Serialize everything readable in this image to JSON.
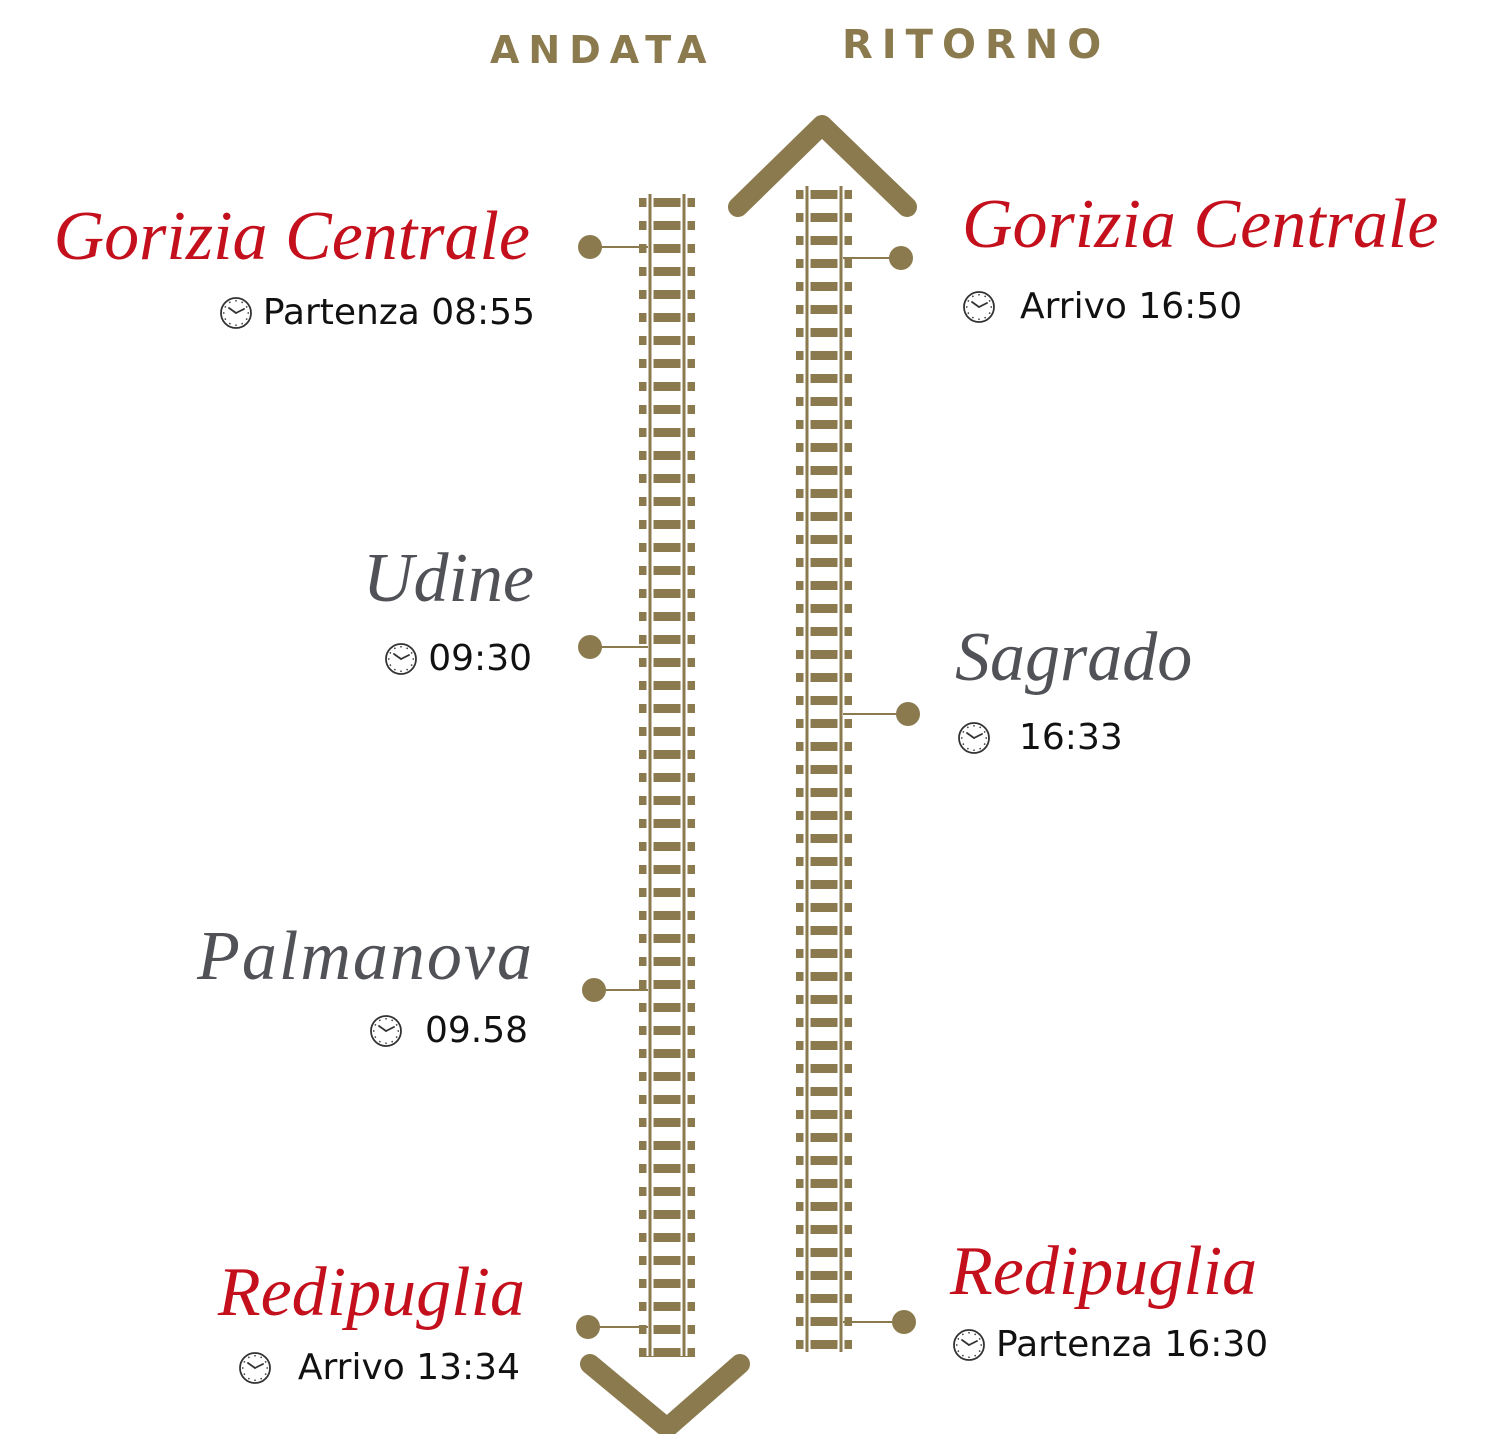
{
  "headers": {
    "andata": "ANDATA",
    "ritorno": "RITORNO"
  },
  "andata": [
    {
      "name": "Gorizia Centrale",
      "time": "Partenza 08:55",
      "highlight": true
    },
    {
      "name": "Udine",
      "time": "09:30",
      "highlight": false
    },
    {
      "name": "Palmanova",
      "time": "09.58",
      "highlight": false
    },
    {
      "name": "Redipuglia",
      "time": "Arrivo 13:34",
      "highlight": true
    }
  ],
  "ritorno": [
    {
      "name": "Gorizia Centrale",
      "time": "Arrivo 16:50",
      "highlight": true
    },
    {
      "name": "Sagrado",
      "time": "16:33",
      "highlight": false
    },
    {
      "name": "Redipuglia",
      "time": "Partenza 16:30",
      "highlight": true
    }
  ],
  "colors": {
    "track": "#8a7a4d",
    "highlight": "#c4101c",
    "station": "#505257",
    "time": "#111111"
  },
  "icons": {
    "time": "clock-icon",
    "direction_andata": "chevron-down-icon",
    "direction_ritorno": "chevron-up-icon"
  }
}
